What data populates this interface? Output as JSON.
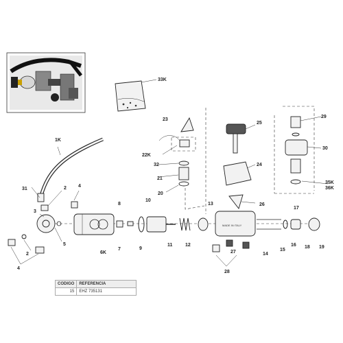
{
  "callouts": {
    "c1k": "1K",
    "c2a": "2",
    "c2b": "2",
    "c3": "3",
    "c4a": "4",
    "c4b": "4",
    "c5": "5",
    "c6k": "6K",
    "c7": "7",
    "c8": "8",
    "c9": "9",
    "c10": "10",
    "c11": "11",
    "c12": "12",
    "c13": "13",
    "c14": "14",
    "c15": "15",
    "c16": "16",
    "c17": "17",
    "c18": "18",
    "c19": "19",
    "c20": "20",
    "c21": "21",
    "c22k": "22K",
    "c23": "23",
    "c24": "24",
    "c25": "25",
    "c26": "26",
    "c27": "27",
    "c28": "28",
    "c29": "29",
    "c30": "30",
    "c31": "31",
    "c32": "32",
    "c33k": "33K",
    "c35k": "35K",
    "c36k": "36K"
  },
  "body_marking": "MADE IN ITALY",
  "table": {
    "code_header": "CODIGO",
    "ref_header": "REFERENCIA",
    "code_value": "15",
    "ref_value": "EHZ 735131"
  }
}
